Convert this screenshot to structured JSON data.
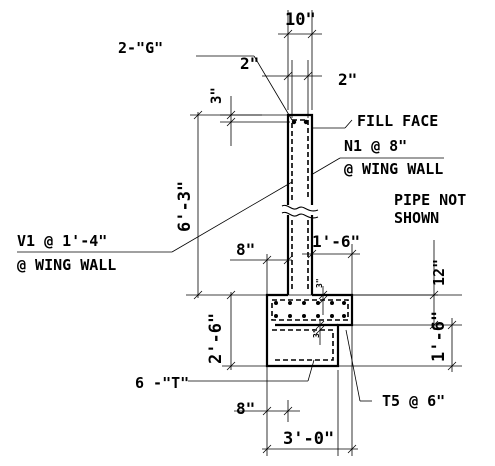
{
  "labels": {
    "wall_thickness": "10\"",
    "bar_g": "2-\"G\"",
    "cover_left": "2\"",
    "cover_right": "2\"",
    "top_offset": "3\"",
    "fill_face": "FILL FACE",
    "n1_bar": "N1 @ 8\"",
    "n1_location": "@ WING WALL",
    "wall_height": "6'-3\"",
    "pipe_note_line1": "PIPE NOT",
    "pipe_note_line2": "SHOWN",
    "v1_bar": "V1 @ 1'-4\"",
    "v1_location": "@ WING WALL",
    "toe_offset": "8\"",
    "heel_offset": "1'-6\"",
    "footing_step": "12\"",
    "top_cover_small": "3\"",
    "footing_depth": "2'-6\"",
    "bottom_cover_small": "3\"",
    "key_depth": "1'-6\"",
    "bar_t": "6 -\"T\"",
    "t5_bar": "T5 @ 6\"",
    "toe_projection": "8\"",
    "footing_width": "3'-0\""
  }
}
